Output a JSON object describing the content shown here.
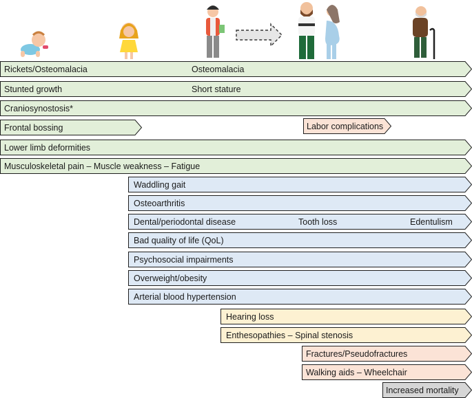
{
  "colors": {
    "green": "#e2efd9",
    "blue": "#dee9f5",
    "yellow": "#fdf1d2",
    "pink": "#fbe3d6",
    "gray": "#d6d6d6",
    "stroke": "#1f1f1f"
  },
  "life_stages": [
    {
      "name": "infant",
      "icon": "crawling-baby-icon"
    },
    {
      "name": "child",
      "icon": "girl-icon"
    },
    {
      "name": "adolescent",
      "icon": "teen-boy-icon"
    },
    {
      "name": "transition",
      "icon": "dashed-arrow-icon"
    },
    {
      "name": "adults",
      "icon": "adult-couple-pregnant-icon"
    },
    {
      "name": "elderly",
      "icon": "elderly-man-cane-icon"
    }
  ],
  "bars": [
    {
      "key": "rickets",
      "color": "green",
      "labels": [
        "Rickets/Osteomalacia",
        "Osteomalacia"
      ]
    },
    {
      "key": "growth",
      "color": "green",
      "labels": [
        "Stunted growth",
        "Short stature"
      ]
    },
    {
      "key": "cranio",
      "color": "green",
      "labels": [
        "Craniosynostosis*"
      ]
    },
    {
      "key": "frontal",
      "color": "green",
      "labels": [
        "Frontal bossing"
      ]
    },
    {
      "key": "labor",
      "color": "pink",
      "labels": [
        "Labor complications"
      ]
    },
    {
      "key": "limb",
      "color": "green",
      "labels": [
        "Lower limb deformities"
      ]
    },
    {
      "key": "msk",
      "color": "green",
      "labels": [
        "Musculoskeletal pain – Muscle weakness – Fatigue"
      ]
    },
    {
      "key": "gait",
      "color": "blue",
      "labels": [
        "Waddling gait"
      ]
    },
    {
      "key": "oa",
      "color": "blue",
      "labels": [
        "Osteoarthritis"
      ]
    },
    {
      "key": "dental",
      "color": "blue",
      "labels": [
        "Dental/periodontal disease",
        "Tooth loss",
        "Edentulism"
      ]
    },
    {
      "key": "qol",
      "color": "blue",
      "labels": [
        "Bad quality of life (QoL)"
      ]
    },
    {
      "key": "psycho",
      "color": "blue",
      "labels": [
        "Psychosocial impairments"
      ]
    },
    {
      "key": "obesity",
      "color": "blue",
      "labels": [
        "Overweight/obesity"
      ]
    },
    {
      "key": "htn",
      "color": "blue",
      "labels": [
        "Arterial blood hypertension"
      ]
    },
    {
      "key": "hearing",
      "color": "yellow",
      "labels": [
        "Hearing loss"
      ]
    },
    {
      "key": "enth",
      "color": "yellow",
      "labels": [
        "Enthesopathies – Spinal stenosis"
      ]
    },
    {
      "key": "fract",
      "color": "pink",
      "labels": [
        "Fractures/Pseudofractures"
      ]
    },
    {
      "key": "aids",
      "color": "pink",
      "labels": [
        "Walking aids – Wheelchair"
      ]
    },
    {
      "key": "mort",
      "color": "gray",
      "labels": [
        "Increased mortality"
      ]
    }
  ]
}
